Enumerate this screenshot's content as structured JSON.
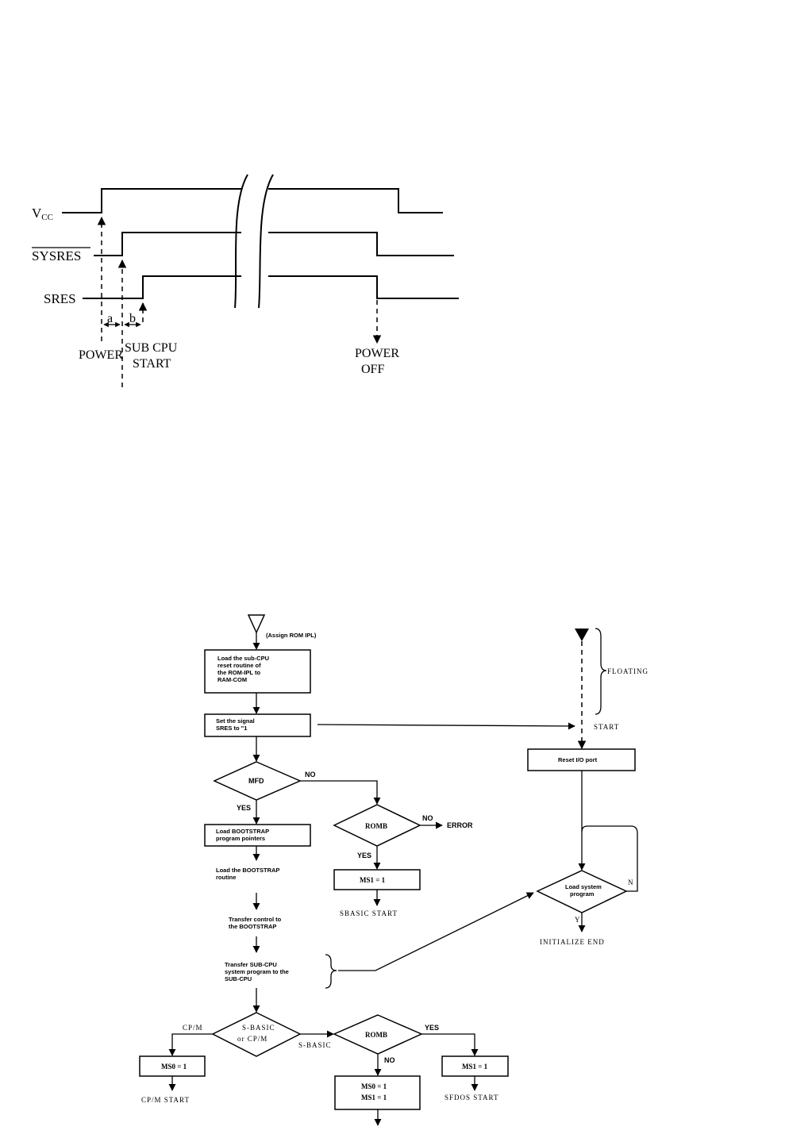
{
  "timing": {
    "signals": {
      "vcc": "V",
      "vcc_sub": "CC",
      "sysres": "SYSRES",
      "sres": "SRES"
    },
    "intervals": {
      "a": "a",
      "b": "b"
    },
    "labels": {
      "power": "POWER",
      "sub_cpu": "SUB CPU",
      "start": "START",
      "power_off_1": "POWER",
      "power_off_2": "OFF"
    }
  },
  "flow_left": {
    "assign": "(Assign ROM IPL)",
    "load_reset": [
      "Load the sub-CPU",
      "reset routine of",
      "the ROM-IPL to",
      "RAM-COM"
    ],
    "set_signal": [
      "Set the signal",
      "SRES to \"1"
    ],
    "mfd": "MFD",
    "no_1": "NO",
    "yes_1": "YES",
    "romb_1": "ROMB",
    "no_2": "NO",
    "error": "ERROR",
    "yes_2": "YES",
    "ms1_a": "MS1 = 1",
    "sbasic_start": "SBASIC START",
    "load_bootstrap_ptrs": [
      "Load BOOTSTRAP",
      "program pointers"
    ],
    "load_bootstrap_routine": [
      "Load the BOOTSTRAP",
      "routine"
    ],
    "transfer_control": [
      "Transfer control to",
      "the BOOTSTRAP"
    ],
    "transfer_sub": [
      "Transfer SUB-CPU",
      "system program to the",
      "SUB-CPU"
    ],
    "sbasic_or_cpm": [
      "S-BASIC",
      "or CP/M"
    ],
    "cpm": "CP/M",
    "sbasic": "S-BASIC",
    "ms0": "MS0 = 1",
    "cpm_start": "CP/M START",
    "romb_2": "ROMB",
    "yes_3": "YES",
    "no_3": "NO",
    "ms0_ms1": [
      "MS0 = 1",
      "MS1 = 1"
    ],
    "ms1_b": "MS1 = 1",
    "sfdos_start": "SFDOS START"
  },
  "flow_right": {
    "floating": "FLOATING",
    "start": "START",
    "reset_io": "Reset I/O port",
    "load_system": [
      "Load system",
      "program"
    ],
    "n": "N",
    "y": "Y",
    "initialize_end": "INITIALIZE END"
  }
}
